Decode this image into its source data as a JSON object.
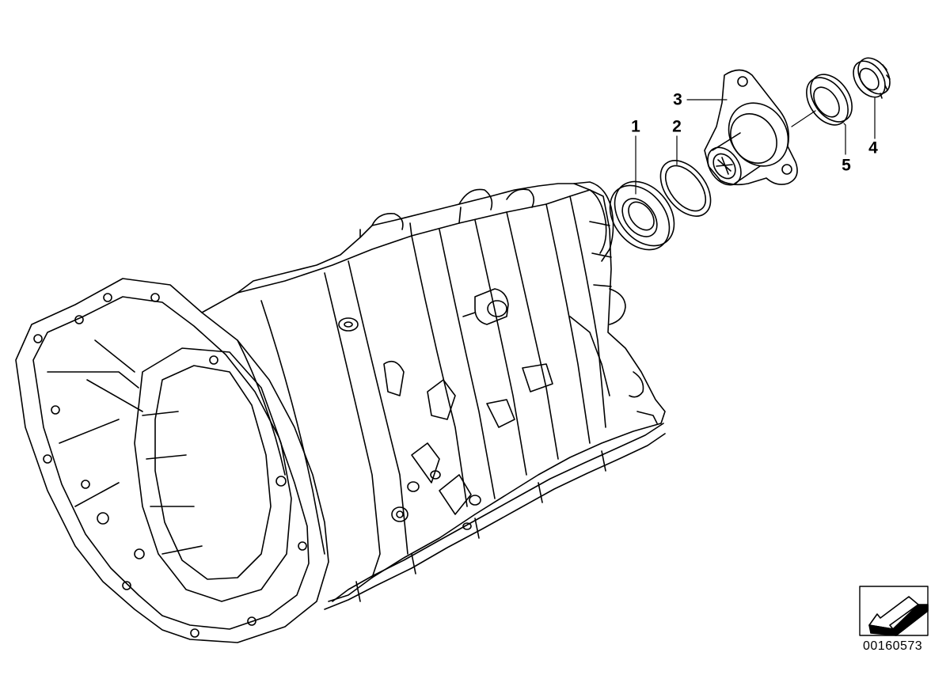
{
  "diagram": {
    "callouts": [
      {
        "id": "1",
        "label": "1"
      },
      {
        "id": "2",
        "label": "2"
      },
      {
        "id": "3",
        "label": "3"
      },
      {
        "id": "4",
        "label": "4"
      },
      {
        "id": "5",
        "label": "5"
      }
    ],
    "diagram_number": "00160573",
    "line_color": "#000000",
    "background_color": "#ffffff",
    "icons": {
      "orientation": "direction-arrow-icon"
    }
  }
}
